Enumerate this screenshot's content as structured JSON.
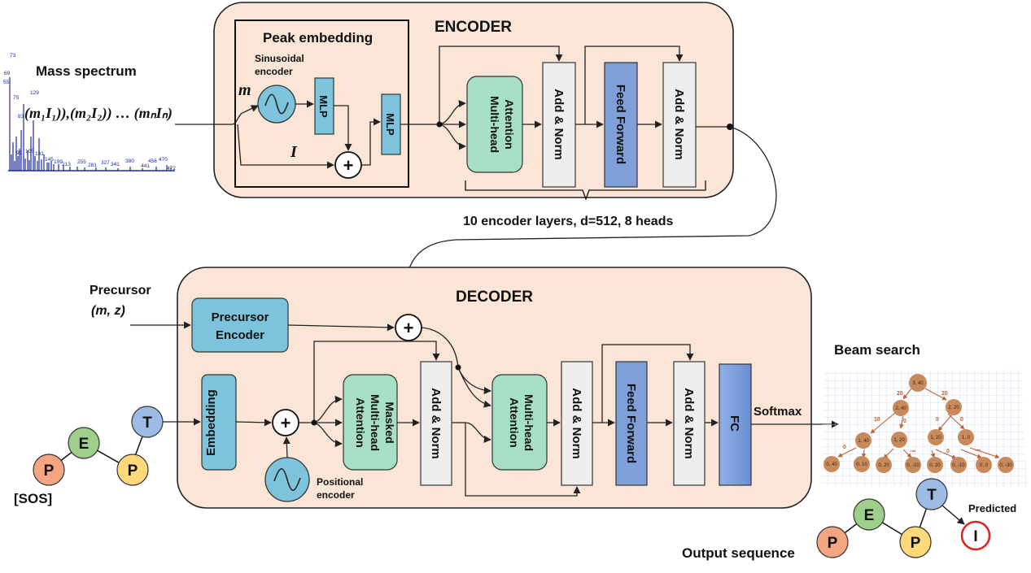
{
  "encoder": {
    "title": "ENCODER",
    "peak_embedding_title": "Peak  embedding",
    "sinusoidal_line1": "Sinusoidal",
    "sinusoidal_line2": "encoder",
    "m_symbol": "m",
    "i_symbol": "I",
    "mlp1": "MLP",
    "mlp2": "MLP",
    "mha_line1": "Multi-head",
    "mha_line2": "Attention",
    "addnorm1": "Add & Norm",
    "feedforward": "Feed Forward",
    "addnorm2": "Add & Norm",
    "layers_caption": "10 encoder  layers, d=512, 8 heads"
  },
  "mass_spectrum": {
    "title": "Mass spectrum",
    "formula": "(m₁I₁)),(m₂I₂)) … (mₙIₙ)",
    "peak_labels": [
      "73",
      "69",
      "55",
      "75",
      "129",
      "83",
      "91",
      "105",
      "131",
      "145",
      "199",
      "213",
      "255",
      "281",
      "327",
      "341",
      "380",
      "441",
      "456",
      "470",
      "472"
    ]
  },
  "decoder": {
    "title": "DECODER",
    "precursor_line1": "Precursor",
    "precursor_line2": "(m, z)",
    "precursor_encoder_line1": "Precursor",
    "precursor_encoder_line2": "Encoder",
    "embedding": "Embedding",
    "positional_line1": "Positional",
    "positional_line2": "encoder",
    "masked_line1": "Masked",
    "masked_line2": "Multi-head",
    "masked_line3": "Attention",
    "addnorm1": "Add & Norm",
    "mha_line1": "Multi-head",
    "mha_line2": "Attention",
    "addnorm2": "Add & Norm",
    "feedforward": "Feed Forward",
    "addnorm3": "Add & Norm",
    "fc": "FC",
    "softmax": "Softmax"
  },
  "input_sequence": {
    "sos": "[SOS]",
    "tokens": [
      "P",
      "E",
      "P",
      "T"
    ]
  },
  "beam_search": {
    "title": "Beam search",
    "root": "3, 40",
    "level2": [
      "2, 40",
      "2, 20"
    ],
    "level3": [
      "1, 40",
      "1, 20",
      "1, 20",
      "1, 0"
    ],
    "leaves": [
      "0, 40",
      "0, 10",
      "0, 20",
      "0, -10",
      "0, 20",
      "0, -10",
      "0, 0",
      "0, -30"
    ],
    "edge_labels": [
      "20",
      "20",
      "10",
      "0",
      "0",
      "0",
      "0",
      "-∞",
      "0",
      "-∞"
    ]
  },
  "output_sequence": {
    "title": "Output sequence",
    "tokens": [
      "P",
      "E",
      "P",
      "T"
    ],
    "predicted_token": "I",
    "predicted_label": "Predicted"
  },
  "colors": {
    "panel_fill": "#fbe5d6",
    "blue_box": "#7dc3dc",
    "green_box": "#a7dfc6",
    "gray_box": "#eeeeee",
    "ff_box": "#7f9fd8",
    "token_P": "#f4a582",
    "token_E": "#9fce8b",
    "token_P2": "#ffd97a",
    "token_T": "#9ebbe6",
    "beam_node": "#c8895b",
    "predicted_ring": "#e02020"
  }
}
